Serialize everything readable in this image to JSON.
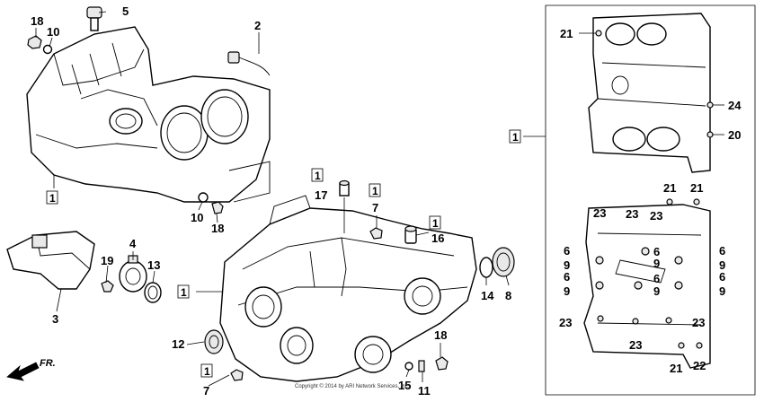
{
  "diagram": {
    "callouts": [
      {
        "id": "c18a",
        "text": "18"
      },
      {
        "id": "c10a",
        "text": "10"
      },
      {
        "id": "c5",
        "text": "5"
      },
      {
        "id": "c2",
        "text": "2"
      },
      {
        "id": "c10b",
        "text": "10"
      },
      {
        "id": "c18b",
        "text": "18"
      },
      {
        "id": "c19",
        "text": "19"
      },
      {
        "id": "c4",
        "text": "4"
      },
      {
        "id": "c13",
        "text": "13"
      },
      {
        "id": "c3",
        "text": "3"
      },
      {
        "id": "c17",
        "text": "17"
      },
      {
        "id": "c7a",
        "text": "7"
      },
      {
        "id": "c16",
        "text": "16"
      },
      {
        "id": "c14",
        "text": "14"
      },
      {
        "id": "c8",
        "text": "8"
      },
      {
        "id": "c12",
        "text": "12"
      },
      {
        "id": "c18c",
        "text": "18"
      },
      {
        "id": "c7b",
        "text": "7"
      },
      {
        "id": "c15",
        "text": "15"
      },
      {
        "id": "c11",
        "text": "11"
      },
      {
        "id": "c21a",
        "text": "21"
      },
      {
        "id": "c24",
        "text": "24"
      },
      {
        "id": "c20",
        "text": "20"
      },
      {
        "id": "c21b",
        "text": "21"
      },
      {
        "id": "c21c",
        "text": "21"
      },
      {
        "id": "c23a",
        "text": "23"
      },
      {
        "id": "c23b",
        "text": "23"
      },
      {
        "id": "c23c",
        "text": "23"
      },
      {
        "id": "c6a",
        "text": "6"
      },
      {
        "id": "c9a",
        "text": "9"
      },
      {
        "id": "c6b",
        "text": "6"
      },
      {
        "id": "c9b",
        "text": "9"
      },
      {
        "id": "c6c",
        "text": "6"
      },
      {
        "id": "c9c",
        "text": "9"
      },
      {
        "id": "c6d",
        "text": "6"
      },
      {
        "id": "c9d",
        "text": "9"
      },
      {
        "id": "c6e",
        "text": "6"
      },
      {
        "id": "c9e",
        "text": "9"
      },
      {
        "id": "c6f",
        "text": "6"
      },
      {
        "id": "c9f",
        "text": "9"
      },
      {
        "id": "c23d",
        "text": "23"
      },
      {
        "id": "c23e",
        "text": "23"
      },
      {
        "id": "c23f",
        "text": "23"
      },
      {
        "id": "c21d",
        "text": "21"
      },
      {
        "id": "c22",
        "text": "22"
      }
    ],
    "boxed_callouts": [
      {
        "id": "b1a",
        "text": "1"
      },
      {
        "id": "b1b",
        "text": "1"
      },
      {
        "id": "b1c",
        "text": "1"
      },
      {
        "id": "b1d",
        "text": "1"
      },
      {
        "id": "b1e",
        "text": "1"
      },
      {
        "id": "b1f",
        "text": "1"
      },
      {
        "id": "b1g",
        "text": "1"
      }
    ],
    "direction_label": "FR.",
    "copyright": "Copyright © 2014 by ARI Network Services, Inc."
  }
}
